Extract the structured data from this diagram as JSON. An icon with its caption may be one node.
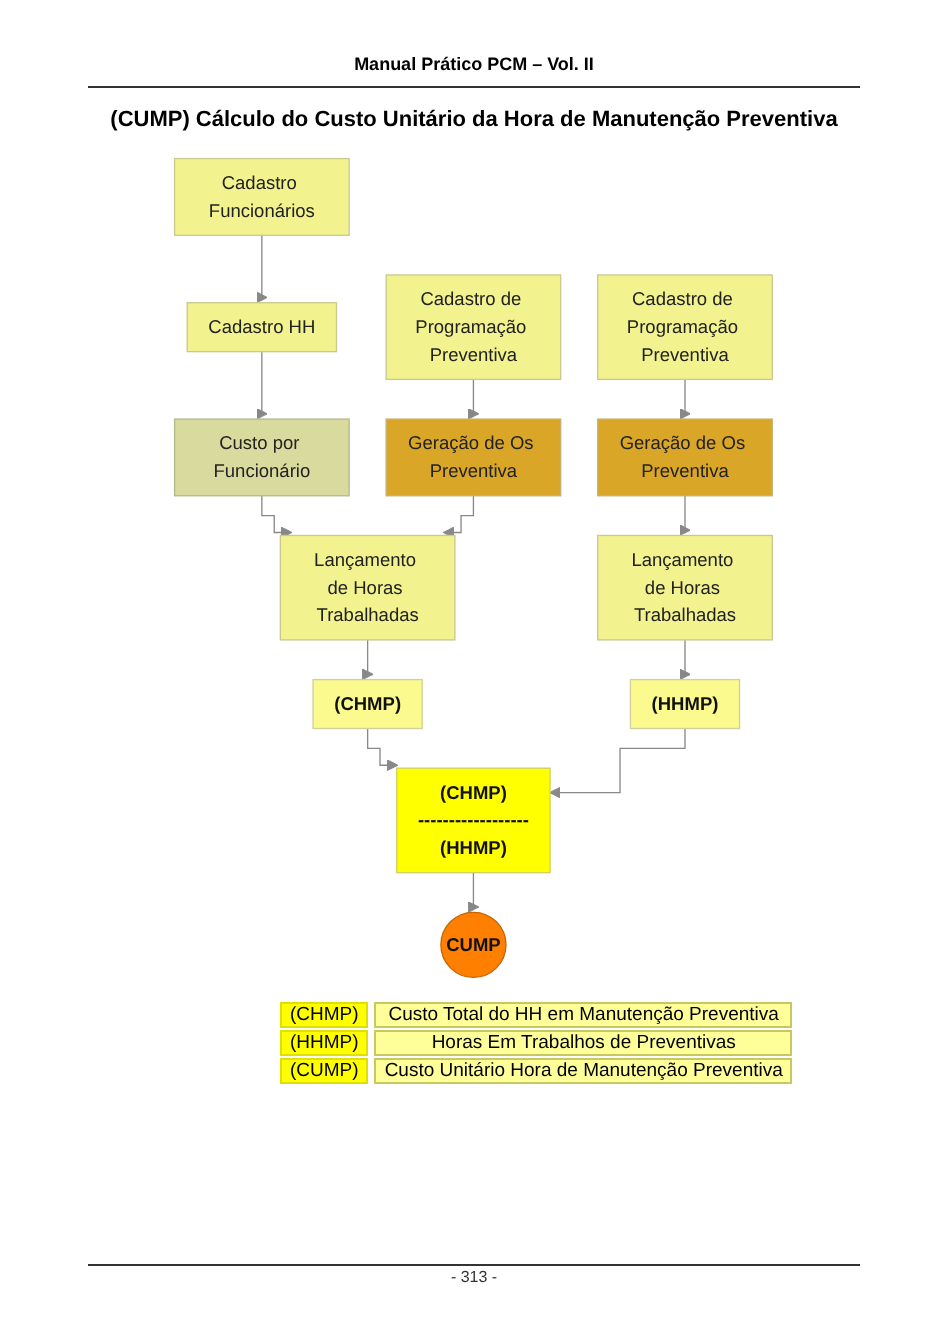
{
  "diagram": {
    "title": "(CUMP) Cálculo do Custo Unitário da Hora de Manutenção Preventiva",
    "nodes": [
      {
        "text": [
          "Cadastro Funcionários"
        ]
      },
      {
        "text": [
          "Cadastro de Programação Preventiva"
        ]
      },
      {
        "text": [
          "Cadastro de Programação Preventiva"
        ]
      },
      {
        "text": [
          "Cadastro HH"
        ]
      },
      {
        "text": [
          "Geração de Os Preventiva"
        ]
      },
      {
        "text": [
          "Geração de Os Preventiva"
        ]
      },
      {
        "text": [
          "Custo por Funcionário"
        ]
      },
      {
        "text": [
          "Lançamento de Horas Trabalhadas"
        ]
      },
      {
        "text": [
          "Lançamento de Horas Trabalhadas"
        ]
      },
      {
        "text": [
          "(CHMP)"
        ]
      },
      {
        "text": [
          "(HHMP)"
        ]
      },
      {
        "text": [
          "(CHMP)",
          "------------------",
          "(HHMP)"
        ]
      },
      {
        "text": [
          "CUMP"
        ]
      }
    ],
    "edges": [
      {
        "from": 0,
        "to": 3,
        "arrow": "to"
      },
      {
        "from": 3,
        "to": 6,
        "arrow": "to"
      },
      {
        "from": 6,
        "to": 7,
        "arrow": "to"
      },
      {
        "from": 1,
        "to": 4,
        "arrow": "to"
      },
      {
        "from": 4,
        "to": 7,
        "arrow": "to"
      },
      {
        "from": 7,
        "to": 9,
        "arrow": "to"
      },
      {
        "from": 2,
        "to": 5,
        "arrow": "to"
      },
      {
        "from": 5,
        "to": 8,
        "arrow": "to"
      },
      {
        "from": 8,
        "to": 10,
        "arrow": "to"
      },
      {
        "from": 9,
        "to": 11,
        "arrow": "to"
      },
      {
        "from": 10,
        "to": 11,
        "arrow": "to"
      },
      {
        "from": 11,
        "to": 12,
        "arrow": "to"
      }
    ],
    "labels": [
      "Manual Prático PCM – Vol. II",
      "(CHMP)",
      "Custo Total do HH em Manutenção Preventiva",
      "(HHMP)",
      "Horas Em Trabalhos de Preventivas",
      "(CUMP)",
      "Custo Unitário Hora de Manutenção Preventiva",
      "- 313 -"
    ]
  }
}
